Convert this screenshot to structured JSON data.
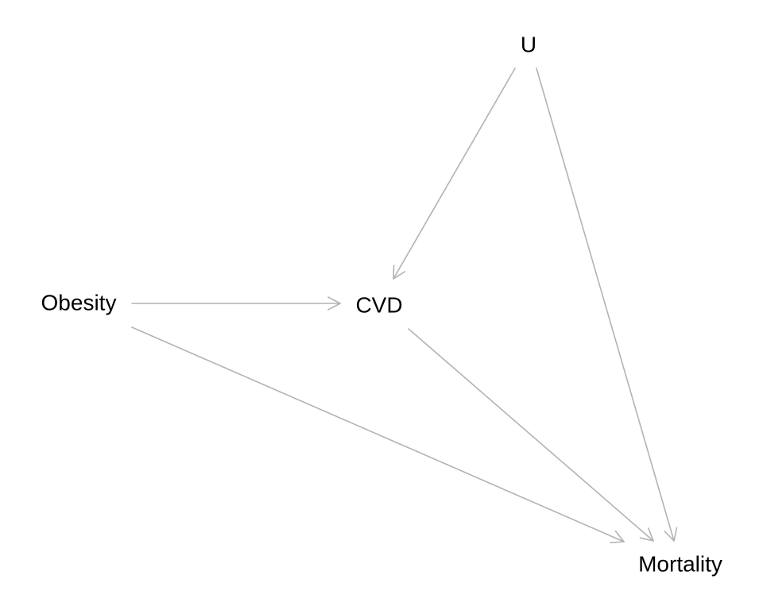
{
  "diagram": {
    "type": "directed-acyclic-graph",
    "edge_color": "#b3b3b3",
    "text_color": "#000000",
    "background": "#ffffff",
    "nodes": [
      {
        "id": "u",
        "label": "U"
      },
      {
        "id": "obesity",
        "label": "Obesity"
      },
      {
        "id": "cvd",
        "label": "CVD"
      },
      {
        "id": "mortality",
        "label": "Mortality"
      }
    ],
    "edges": [
      {
        "from": "u",
        "to": "cvd"
      },
      {
        "from": "u",
        "to": "mortality"
      },
      {
        "from": "obesity",
        "to": "cvd"
      },
      {
        "from": "obesity",
        "to": "mortality"
      },
      {
        "from": "cvd",
        "to": "mortality"
      }
    ]
  }
}
